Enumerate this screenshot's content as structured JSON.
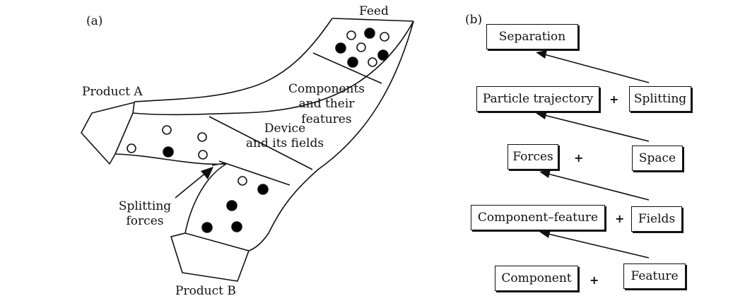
{
  "panel_a": {
    "label": "(a)",
    "feed": "Feed",
    "product_a": "Product A",
    "product_b": "Product B",
    "components": [
      "Components",
      "and their",
      "features"
    ],
    "device": [
      "Device",
      "and its fields"
    ],
    "splitting": [
      "Splitting",
      "forces"
    ],
    "particle_colors": {
      "open": "#ffffff",
      "filled": "#000000"
    }
  },
  "panel_b": {
    "label": "(b)",
    "boxes": {
      "separation": "Separation",
      "particle_trajectory": "Particle trajectory",
      "splitting": "Splitting",
      "forces": "Forces",
      "space": "Space",
      "component_feature": "Component–feature",
      "fields": "Fields",
      "component": "Component",
      "feature": "Feature"
    },
    "plus": "+"
  }
}
